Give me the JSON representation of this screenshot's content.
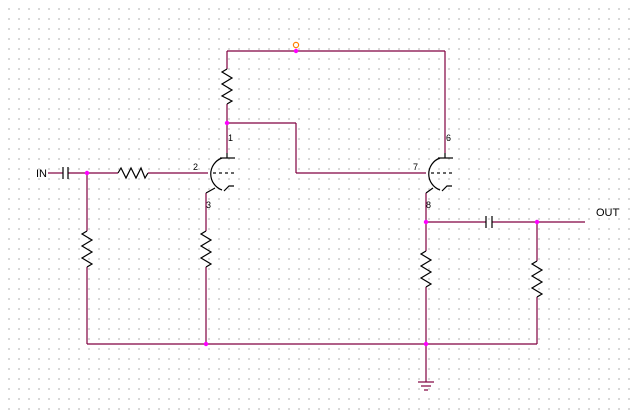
{
  "labels": {
    "in": "IN",
    "out": "OUT",
    "pin_1": "1",
    "pin_2": "2",
    "pin_3": "3",
    "pin_6": "6",
    "pin_7": "7",
    "pin_8": "8"
  },
  "colors": {
    "wire": "#800040",
    "component": "#000000",
    "node": "#ff00ff",
    "grid_dot": "#c4c4c4"
  }
}
